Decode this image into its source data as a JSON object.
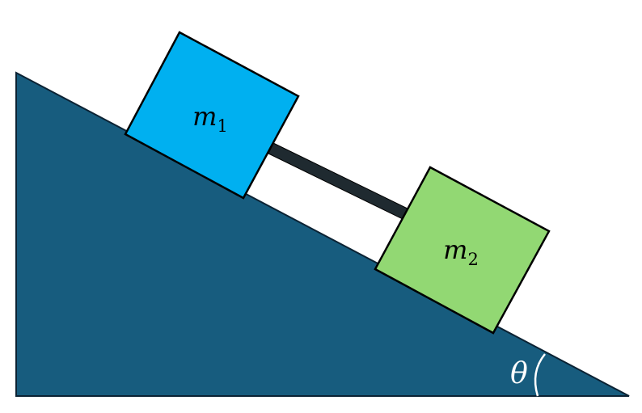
{
  "labels": {
    "mass1": {
      "symbol": "m",
      "subscript": "1"
    },
    "mass2": {
      "symbol": "m",
      "subscript": "2"
    },
    "angle": "θ"
  },
  "colors": {
    "incline": "#175C7E",
    "incline_stroke": "#0b2233",
    "mass1_fill": "#00B0F0",
    "mass2_fill": "#92D873",
    "block_stroke": "#000000",
    "rod": "#1F2A30",
    "angle_label": "#ffffff"
  }
}
